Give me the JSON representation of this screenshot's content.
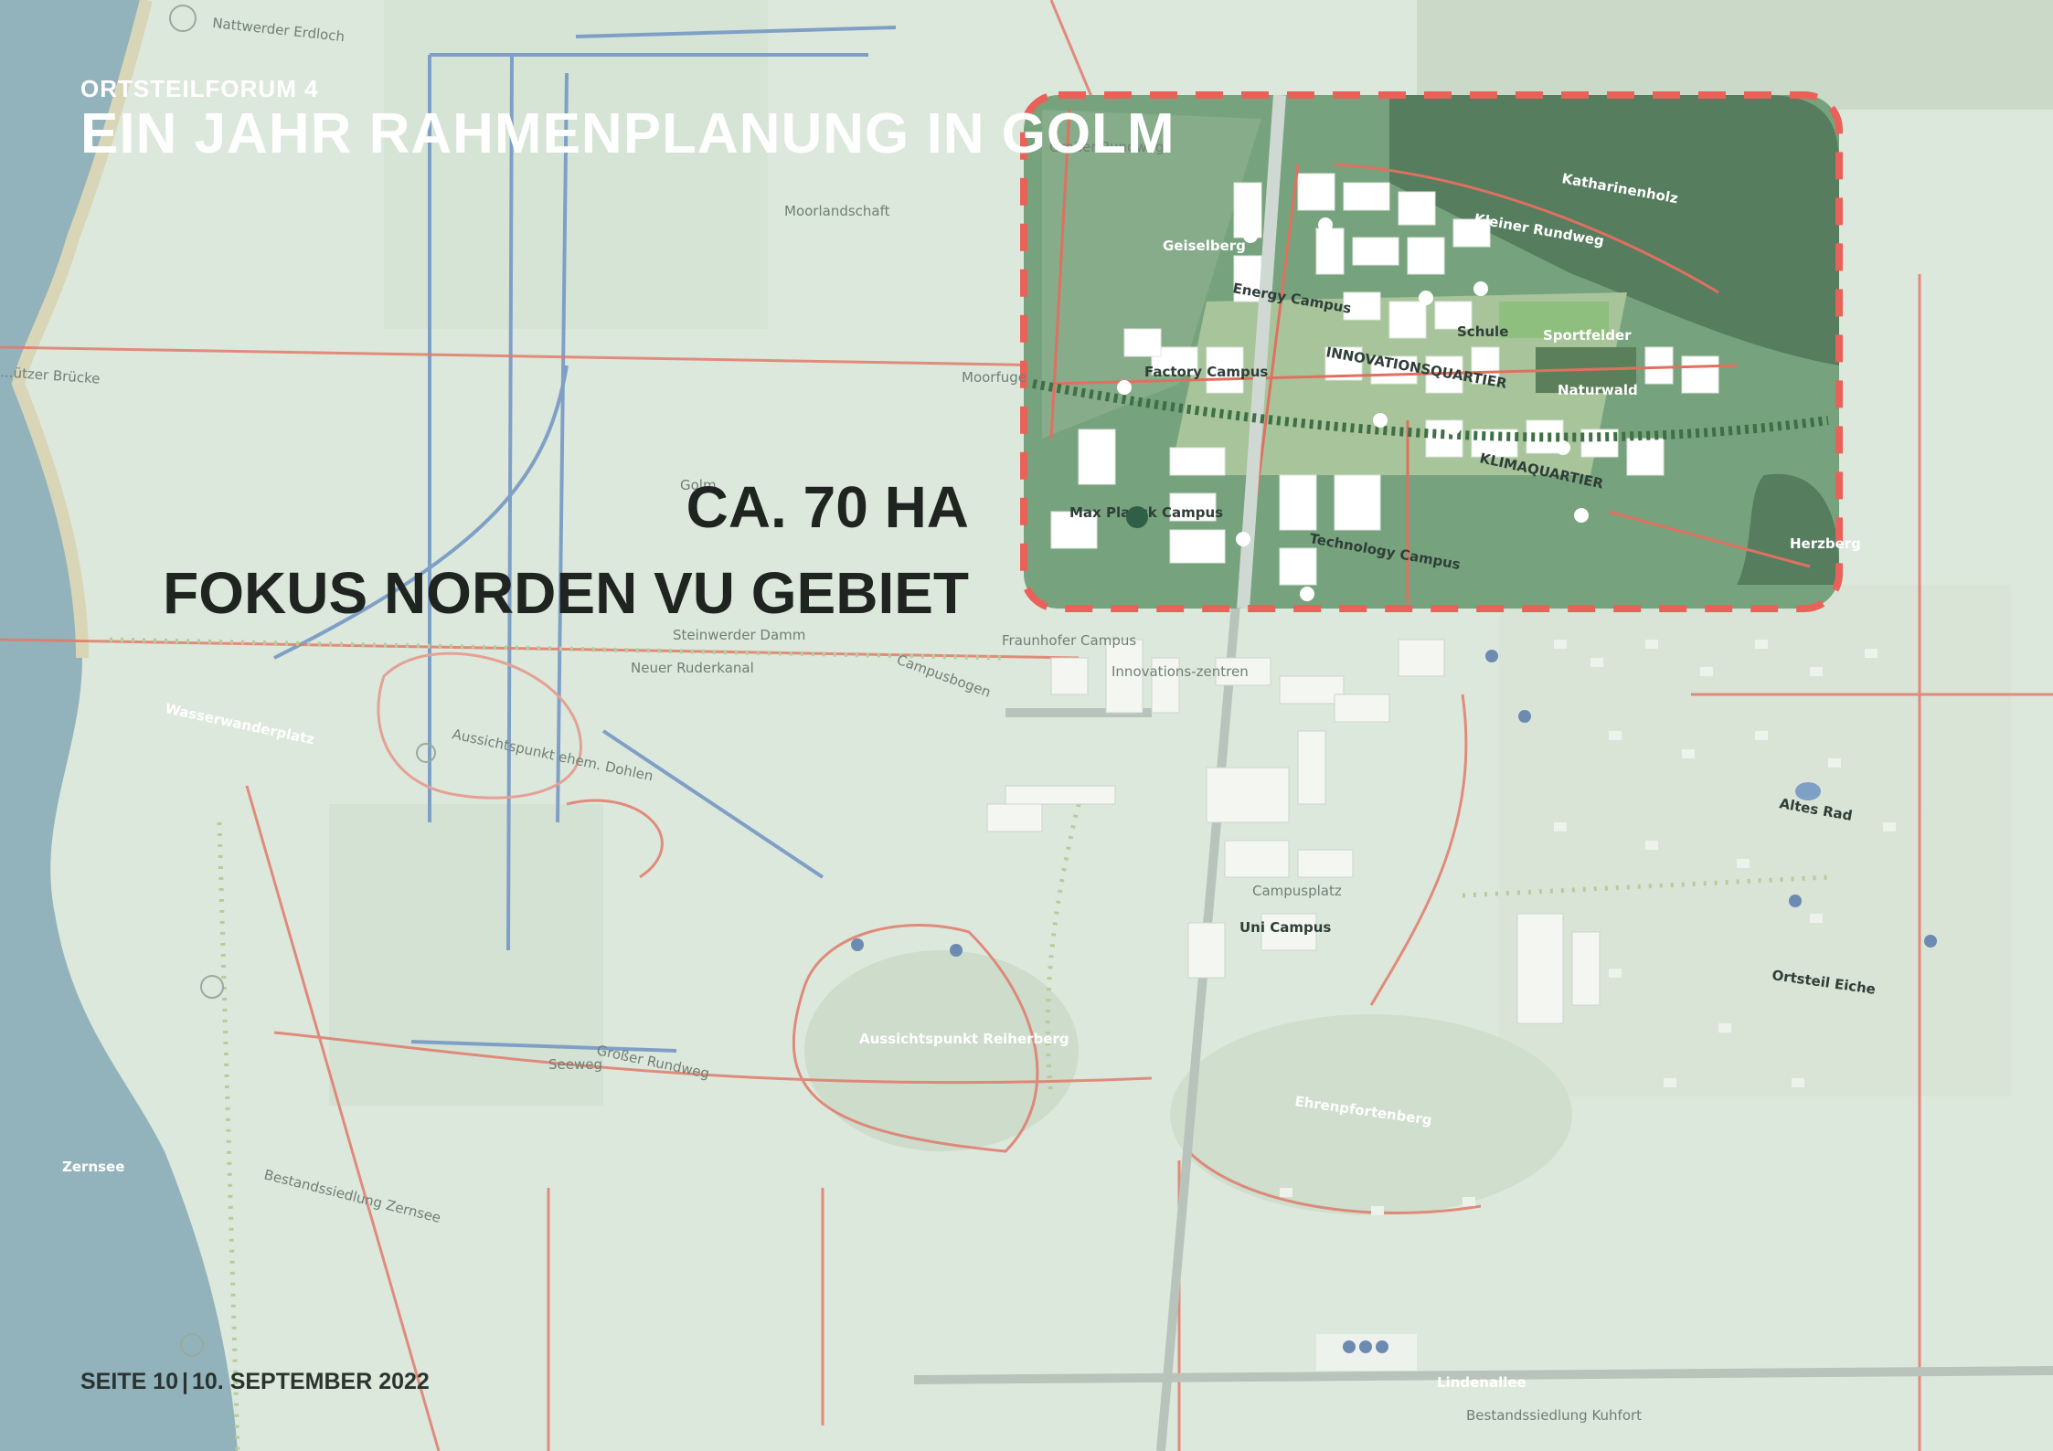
{
  "header": {
    "kicker": "ORTSTEILFORUM 4",
    "title": "EIN JAHR RAHMENPLANUNG IN GOLM"
  },
  "focus": {
    "line1": "CA. 70 HA",
    "line2": "FOKUS NORDEN VU GEBIET"
  },
  "footer": {
    "page": "SEITE 10",
    "separator": "|",
    "date": "10. SEPTEMBER 2022"
  },
  "map_labels": {
    "nattwerder_erdloch": "Nattwerder Erdloch",
    "moorlandschaft": "Moorlandschaft",
    "grosser_rundweg_top": "Großer Rundweg",
    "kleiner_rundweg": "Kleiner Rundweg",
    "katharinenholz": "Katharinenholz",
    "geiselberg": "Geiselberg",
    "energy_campus": "Energy Campus",
    "innovationsquartier": "INNOVATIONSQUARTIER",
    "factory_campus": "Factory Campus",
    "klimaquartier": "KLIMAQUARTIER",
    "max_planck_campus": "Max Planck Campus",
    "technology_campus": "Technology Campus",
    "naturwald": "Naturwald",
    "sportfelder": "Sportfelder",
    "schule": "Schule",
    "herzberg": "Herzberg",
    "golm": "Golm",
    "bruecke": "...ützer Brücke",
    "moorfuge": "Moorfuge",
    "steinwerder_damm": "Steinwerder Damm",
    "neuer_ruderkanal": "Neuer Ruderkanal",
    "campusbogen": "Campusbogen",
    "wasserwanderplatz": "Wasserwanderplatz",
    "aussichtspunkt_dohlen": "Aussichtspunkt ehem. Dohlen",
    "innovationszentren": "Innovations-zentren",
    "fraunhofer_campus": "Fraunhofer Campus",
    "altes_rad": "Altes Rad",
    "ortsteil_eiche": "Ortsteil Eiche",
    "uni_campus": "Uni Campus",
    "campusplatz": "Campusplatz",
    "aussichtspunkt_reiherberg": "Aussichtspunkt Reiherberg",
    "grosser_rundweg_bottom": "Großer Rundweg",
    "seeweg": "Seeweg",
    "zernsee": "Zernsee",
    "bestandssiedlung_zernsee": "Bestandssiedlung Zernsee",
    "ehrenpfortenberg": "Ehrenpfortenberg",
    "lindenallee": "Lindenallee",
    "bestandssiedlung_kuhfort": "Bestandssiedlung Kuhfort"
  },
  "colors": {
    "water": "#93b4bd",
    "meadow": "#dce8dc",
    "plan_area": "#6e9a78",
    "dashed_border": "#e8625a",
    "route": "#e07a6a",
    "waterway": "#7fa0c6"
  }
}
